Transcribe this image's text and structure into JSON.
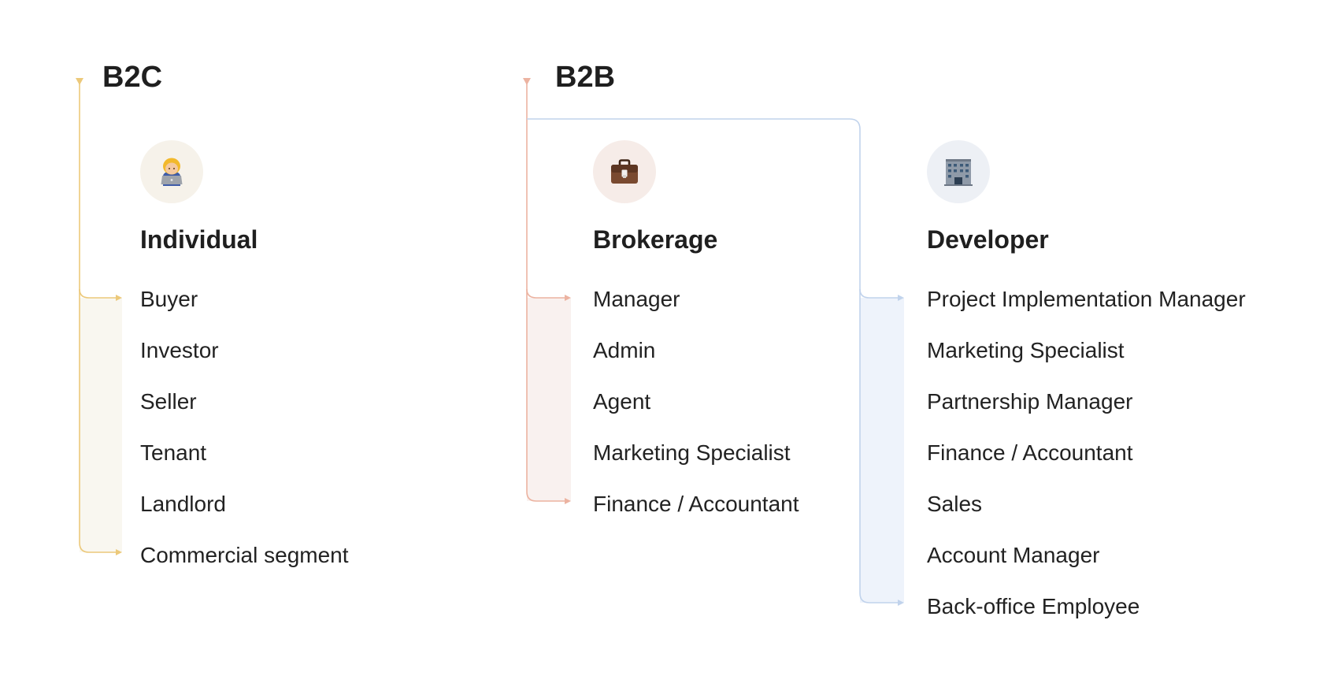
{
  "segments": [
    {
      "title": "B2C",
      "color": "#ecc97a",
      "groups": [
        {
          "title": "Individual",
          "icon": "person-with-laptop-icon",
          "icon_bg": "#f6f2ea",
          "fill": "#f9f7f0",
          "roles": [
            "Buyer",
            "Investor",
            "Seller",
            "Tenant",
            "Landlord",
            "Commercial segment"
          ]
        }
      ]
    },
    {
      "title": "B2B",
      "color": "#ecb3a1",
      "groups": [
        {
          "title": "Brokerage",
          "icon": "briefcase-icon",
          "icon_bg": "#f6ece8",
          "fill": "#f9f1ef",
          "roles": [
            "Manager",
            "Admin",
            "Agent",
            "Marketing Specialist",
            "Finance / Accountant"
          ]
        },
        {
          "title": "Developer",
          "icon": "office-building-icon",
          "icon_bg": "#edf0f5",
          "fill": "#eef3fb",
          "line_color": "#c1d3ec",
          "roles": [
            "Project Implementation Manager",
            "Marketing Specialist",
            "Partnership Manager",
            "Finance / Accountant",
            "Sales",
            "Account Manager",
            "Back-office Employee"
          ]
        }
      ]
    }
  ]
}
